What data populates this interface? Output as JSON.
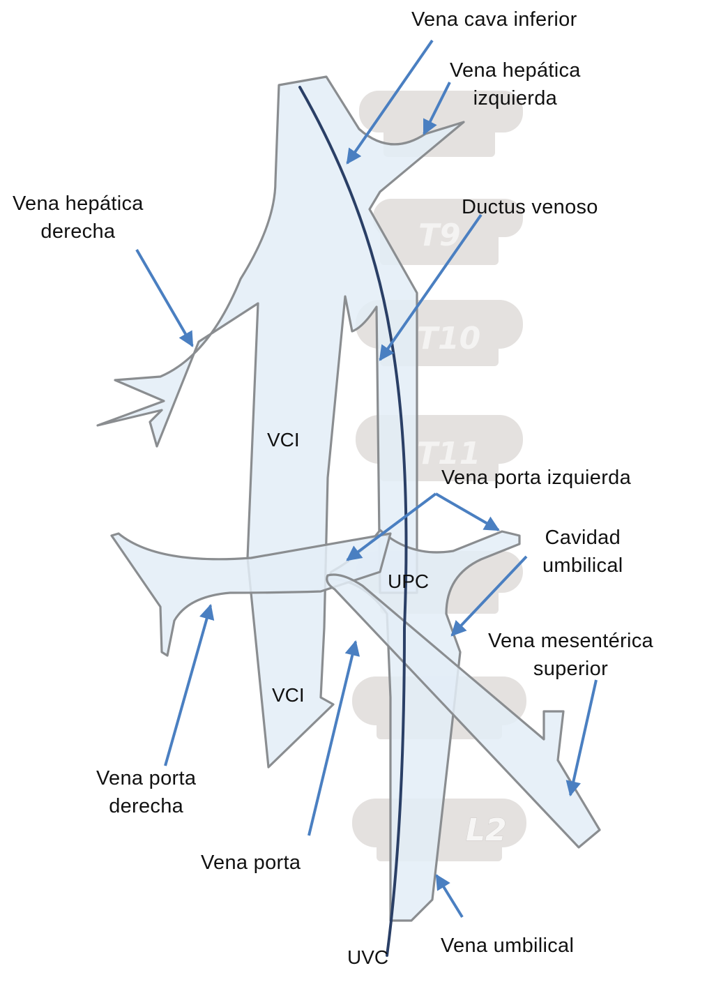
{
  "colors": {
    "vessel_fill": "#e3edf7",
    "vessel_outline": "#8a8d90",
    "catheter": "#2a3f66",
    "arrow": "#4a7fc1",
    "vertebra": "#e4e1df",
    "text": "#111111"
  },
  "vertebrae": [
    "T9",
    "T10",
    "T11",
    "L2"
  ],
  "labels": {
    "ivc": "Vena cava inferior",
    "left_hepatic": [
      "Vena hepática",
      "izquierda"
    ],
    "right_hepatic": [
      "Vena hepática",
      "derecha"
    ],
    "ductus": "Ductus venoso",
    "left_portal": "Vena porta izquierda",
    "umbilical_recess": [
      "Cavidad",
      "umbilical"
    ],
    "smv": [
      "Vena mesentérica",
      "superior"
    ],
    "right_portal": [
      "Vena porta",
      "derecha"
    ],
    "portal": "Vena porta",
    "umbilical_vein": "Vena umbilical"
  },
  "inner_labels": {
    "vci_upper": "VCI",
    "vci_lower": "VCI",
    "upc": "UPC",
    "uvc": "UVC"
  }
}
